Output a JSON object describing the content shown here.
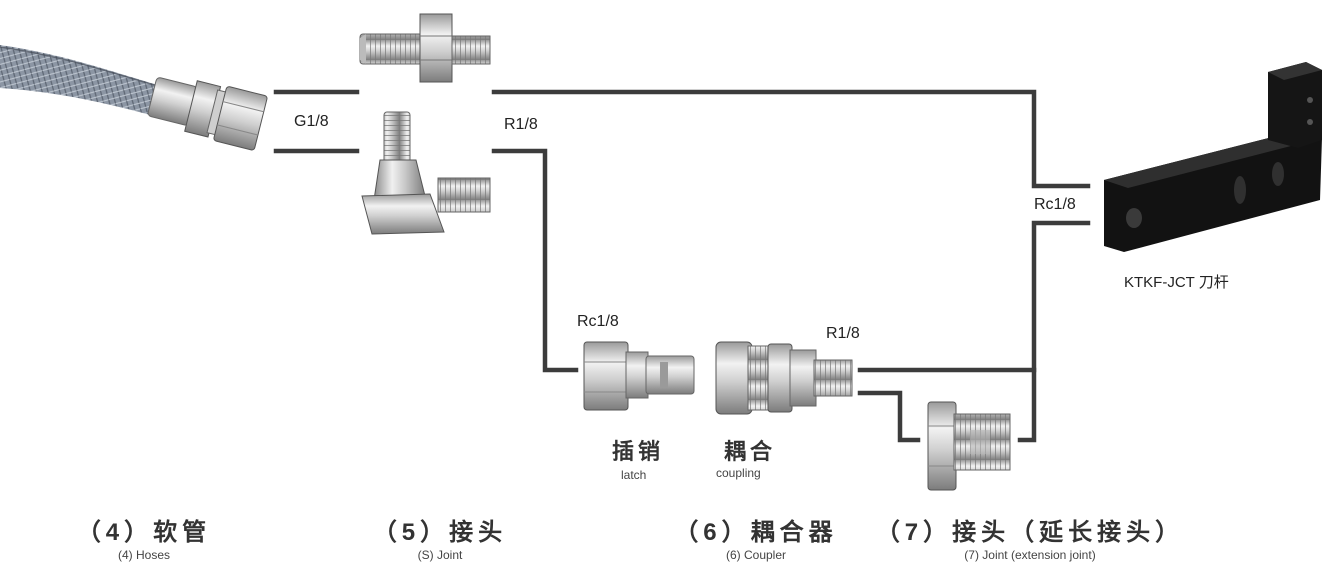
{
  "labels": {
    "g18": "G1/8",
    "r18_top": "R1/8",
    "rc18_right": "Rc1/8",
    "rc18_latch": "Rc1/8",
    "r18_coupler": "R1/8",
    "tool": "KTKF-JCT 刀杆"
  },
  "parts": {
    "latch_cn": "插销",
    "latch_en": "latch",
    "coupling_cn": "耦合",
    "coupling_en": "coupling"
  },
  "captions": [
    {
      "cn": "（4）软管",
      "en": "(4) Hoses"
    },
    {
      "cn": "（5）接头",
      "en": "(S) Joint"
    },
    {
      "cn": "（6）耦合器",
      "en": "(6) Coupler"
    },
    {
      "cn": "（7）接头（延长接头）",
      "en": "(7) Joint (extension joint)"
    }
  ],
  "colors": {
    "line": "#3c3c3c",
    "metal_light": "#e8e8e8",
    "metal_dark": "#8a8a8a",
    "black_part": "#1a1a1a"
  }
}
